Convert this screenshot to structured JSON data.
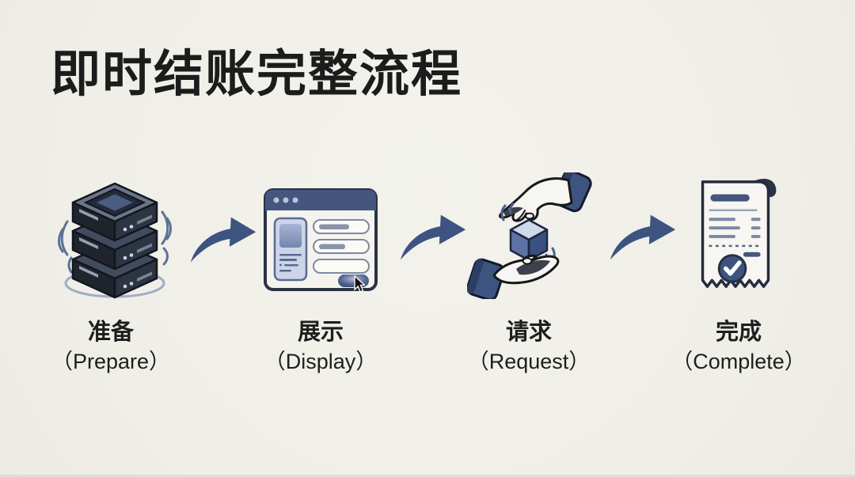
{
  "page": {
    "title": "即时结账完整流程",
    "background": "#f0efe8",
    "title_color": "#1c1c1c"
  },
  "colors": {
    "accent_blue": "#3d5380",
    "dark_navy": "#2a3246",
    "steel_gray": "#8a93a9",
    "panel_light": "#f7f6f2"
  },
  "steps": [
    {
      "zh": "准备",
      "en": "（Prepare）",
      "icon": "server-stack-icon"
    },
    {
      "zh": "展示",
      "en": "（Display）",
      "icon": "browser-window-icon"
    },
    {
      "zh": "请求",
      "en": "（Request）",
      "icon": "hands-exchange-icon"
    },
    {
      "zh": "完成",
      "en": "（Complete）",
      "icon": "receipt-check-icon"
    }
  ],
  "arrows": [
    "curved-arrow-icon",
    "curved-arrow-icon",
    "curved-arrow-icon"
  ]
}
